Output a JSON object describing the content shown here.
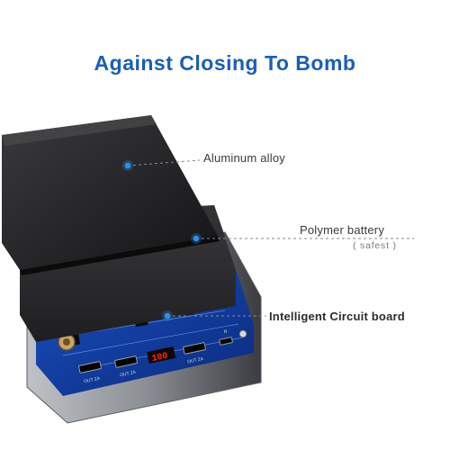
{
  "headline": {
    "text": "Against Closing To Bomb"
  },
  "callouts": [
    {
      "label": "Aluminum alloy"
    },
    {
      "label": "Polymer battery",
      "sublabel": "( safest )"
    },
    {
      "label": "Intelligent Circuit board"
    }
  ],
  "device": {
    "display_reading": "100",
    "ports": [
      "OUT 2A",
      "OUT 2A",
      "OUT 2A"
    ],
    "inductor_marking": "R"
  },
  "colors": {
    "accent": "#1a5fb4",
    "callout_dot": "#2f8fe8",
    "leader_line": "#8a8a8a",
    "casing": "#1c1c1e",
    "battery": "#2a2a2c",
    "pcb": "#10389a",
    "display_red": "#ff2a1a"
  }
}
